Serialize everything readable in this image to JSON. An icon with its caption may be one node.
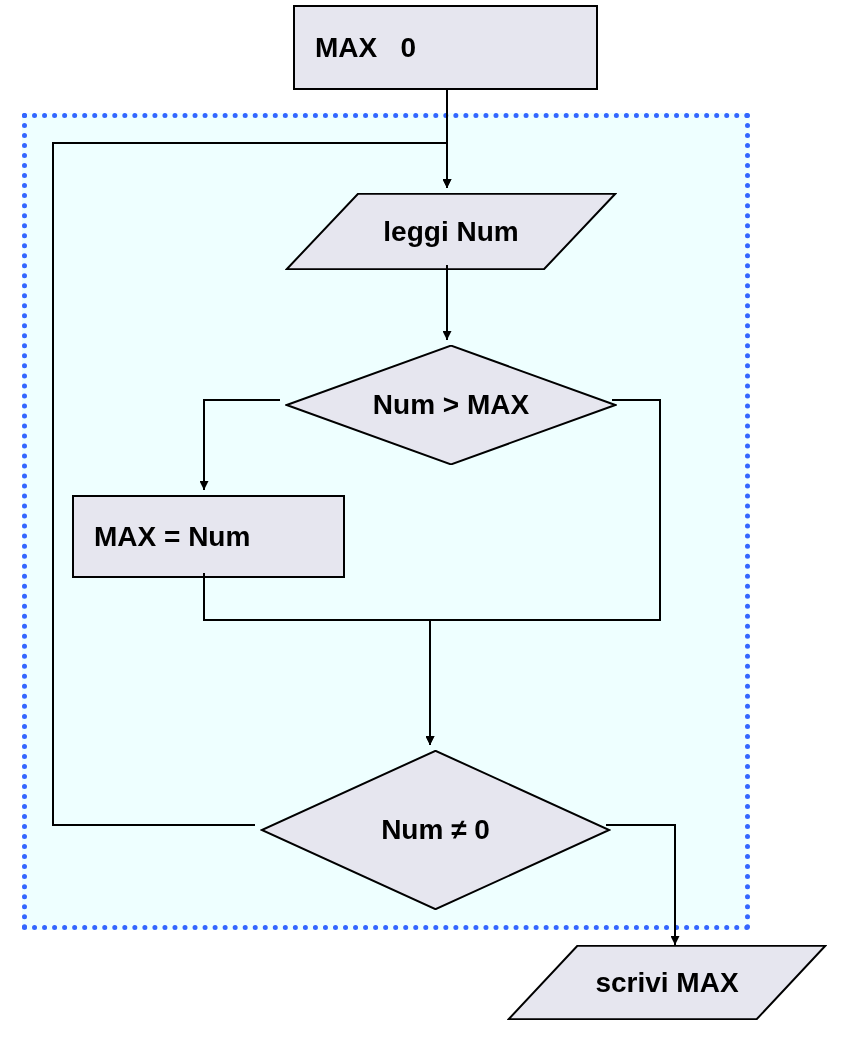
{
  "diagram": {
    "nodes": [
      {
        "text": [
          "MAX   0"
        ]
      },
      {
        "text": [],
        "shape": "box"
      },
      {
        "text": [
          "leggi Num"
        ],
        "in": 1
      },
      {
        "text": [
          "Num > MAX"
        ],
        "in": 1
      },
      {
        "text": [
          "MAX = Num"
        ],
        "in": 1
      },
      {
        "text": [
          "Num ≠ 0"
        ],
        "in": 1
      },
      {
        "text": [
          "scrivi MAX"
        ]
      }
    ],
    "edges": [
      {
        "from": 0,
        "to": 2,
        "arrow": "to"
      },
      {
        "from": 2,
        "to": 3,
        "arrow": "to"
      },
      {
        "from": 3,
        "to": 4,
        "arrow": "to"
      },
      {
        "from": 4,
        "to": 5,
        "arrow": "to"
      },
      {
        "from": 3,
        "to": 5,
        "arrow": "to"
      },
      {
        "from": 5,
        "to": 2,
        "arrow": "to"
      },
      {
        "from": 5,
        "to": 6,
        "arrow": "to"
      }
    ]
  }
}
